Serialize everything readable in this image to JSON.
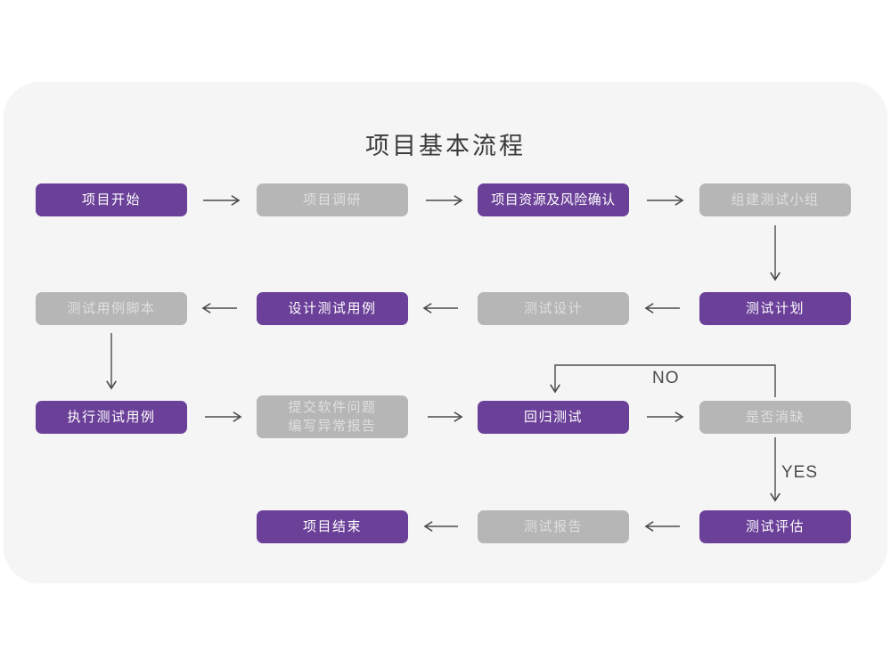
{
  "title": "项目基本流程",
  "colors": {
    "purple": "#6b4099",
    "gray": "#b6b6b6",
    "card_bg": "#f5f5f6",
    "arrow": "#4b4b4b",
    "title_text": "#3b3b3b"
  },
  "nodes": {
    "start": {
      "text": "项目开始"
    },
    "research": {
      "text": "项目调研"
    },
    "risk": {
      "text": "项目资源及风险确认"
    },
    "team": {
      "text": "组建测试小组"
    },
    "plan": {
      "text": "测试计划"
    },
    "design": {
      "text": "测试设计"
    },
    "case_design": {
      "text": "设计测试用例"
    },
    "case_script": {
      "text": "测试用例脚本"
    },
    "execute": {
      "text": "执行测试用例"
    },
    "report_issue": {
      "line1": "提交软件问题",
      "line2": "编写异常报告"
    },
    "regression": {
      "text": "回归测试"
    },
    "defect_check": {
      "text": "是否消缺"
    },
    "evaluate": {
      "text": "测试评估"
    },
    "test_report": {
      "text": "测试报告"
    },
    "end": {
      "text": "项目结束"
    }
  },
  "edge_labels": {
    "no": "NO",
    "yes": "YES"
  }
}
